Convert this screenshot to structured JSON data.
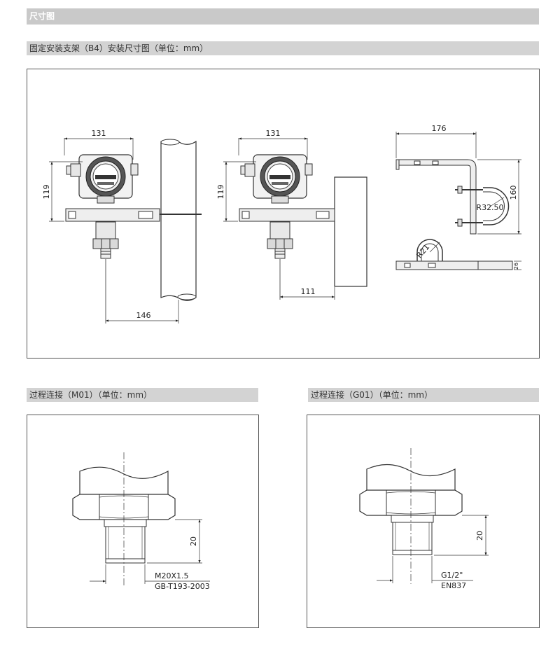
{
  "sections": {
    "main_title": "尺寸图",
    "bracket_title": "固定安装支架（B4）安装尺寸图（单位：mm）",
    "m01_title": "过程连接（M01）（单位：mm）",
    "g01_title": "过程连接（G01）（单位：mm）"
  },
  "bracket_dims": {
    "left_width": "131",
    "left_height": "119",
    "left_offset": "146",
    "mid_width": "131",
    "mid_height": "119",
    "mid_offset": "111",
    "right_width": "176",
    "right_height": "160",
    "right_radius": "R32.50",
    "right_radius_small": "R21",
    "right_thickness": "26"
  },
  "m01": {
    "height": "20",
    "thread_line1": "M20X1.5",
    "thread_line2": "GB-T193-2003"
  },
  "g01": {
    "height": "20",
    "thread_line1": "G1/2\"",
    "thread_line2": "EN837"
  }
}
